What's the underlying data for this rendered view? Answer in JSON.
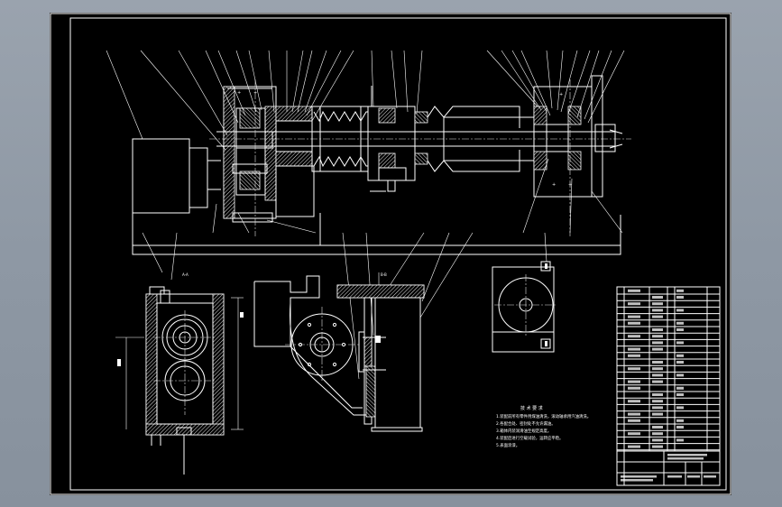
{
  "drawing": {
    "technical_notes_title": "技 术 要 求",
    "technical_notes": [
      "1.装配前所有零件用煤油清洗，滚动轴承用汽油清洗。",
      "2.各配合处、密封处不允许漏油。",
      "3.箱体内装润滑油至规定高度。",
      "4.装配后进行空载试验，运转应平稳。",
      "5.表面涂漆。"
    ],
    "colors": {
      "background": "#000000",
      "lines": "#ffffff",
      "window": "#8e98a4"
    }
  }
}
